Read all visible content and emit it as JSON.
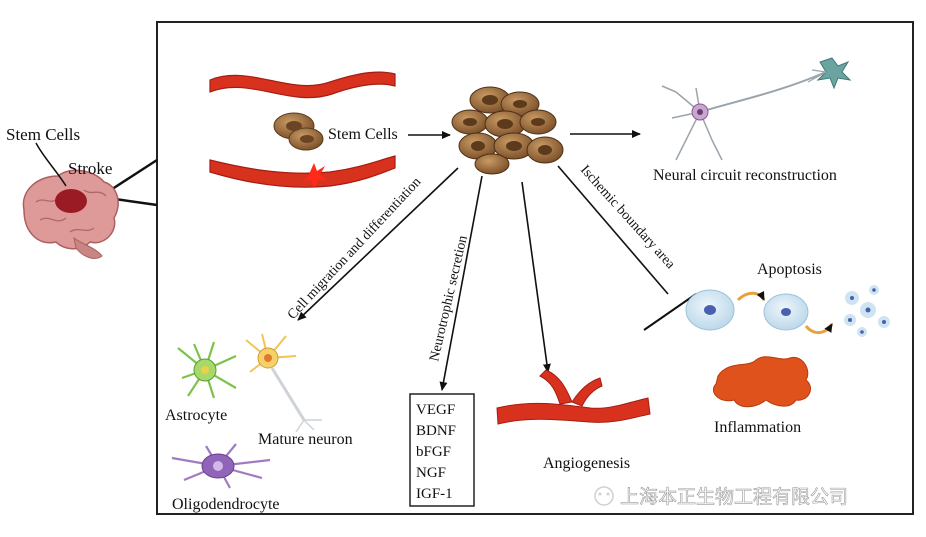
{
  "labels": {
    "stem_cells_left": "Stem Cells",
    "stroke": "Stroke",
    "stem_cells_vessel": "Stem Cells",
    "neural_circuit": "Neural circuit reconstruction",
    "apoptosis": "Apoptosis",
    "inflammation": "Inflammation",
    "angiogenesis": "Angiogenesis",
    "astrocyte": "Astrocyte",
    "mature_neuron": "Mature neuron",
    "oligodendrocyte": "Oligodendrocyte"
  },
  "pathways": {
    "migration": "Cell migration and differentiation",
    "neurotrophic": "Neurotrophic secretion",
    "ischemic": "Ischemic boundary area"
  },
  "factors": [
    "VEGF",
    "BDNF",
    "bFGF",
    "NGF",
    "IGF-1"
  ],
  "watermark": "上海本正生物工程有限公司",
  "colors": {
    "vessel": "#d8321f",
    "vessel_dark": "#a51d12",
    "cell_body": "#9a6a3c",
    "cell_nucleus": "#6b4425",
    "brain": "#d9908f",
    "infarct": "#9b1b25",
    "inflammation": "#e0521c",
    "astrocyte": "#7cc34a",
    "oligodendrocyte": "#8a5ab0",
    "neuron": "#f3c14a"
  }
}
